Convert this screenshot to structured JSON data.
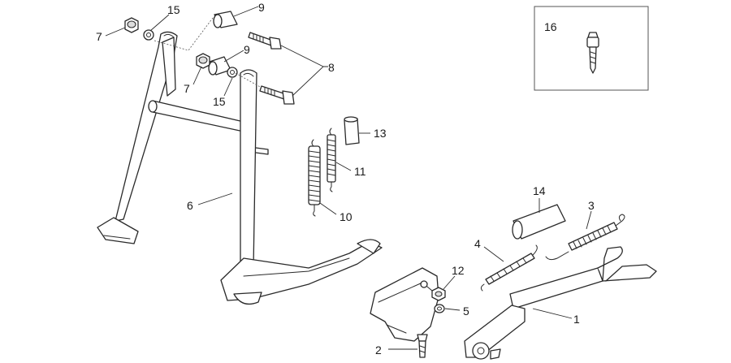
{
  "callouts": {
    "c1": "1",
    "c2": "2",
    "c3": "3",
    "c4": "4",
    "c5": "5",
    "c6": "6",
    "c7a": "7",
    "c7b": "7",
    "c8": "8",
    "c9a": "9",
    "c9b": "9",
    "c10": "10",
    "c11": "11",
    "c12": "12",
    "c13": "13",
    "c14": "14",
    "c15a": "15",
    "c15b": "15",
    "c16": "16"
  },
  "colors": {
    "line": "#2a2a2a",
    "shade": "#dcdcdc",
    "background": "#ffffff"
  }
}
